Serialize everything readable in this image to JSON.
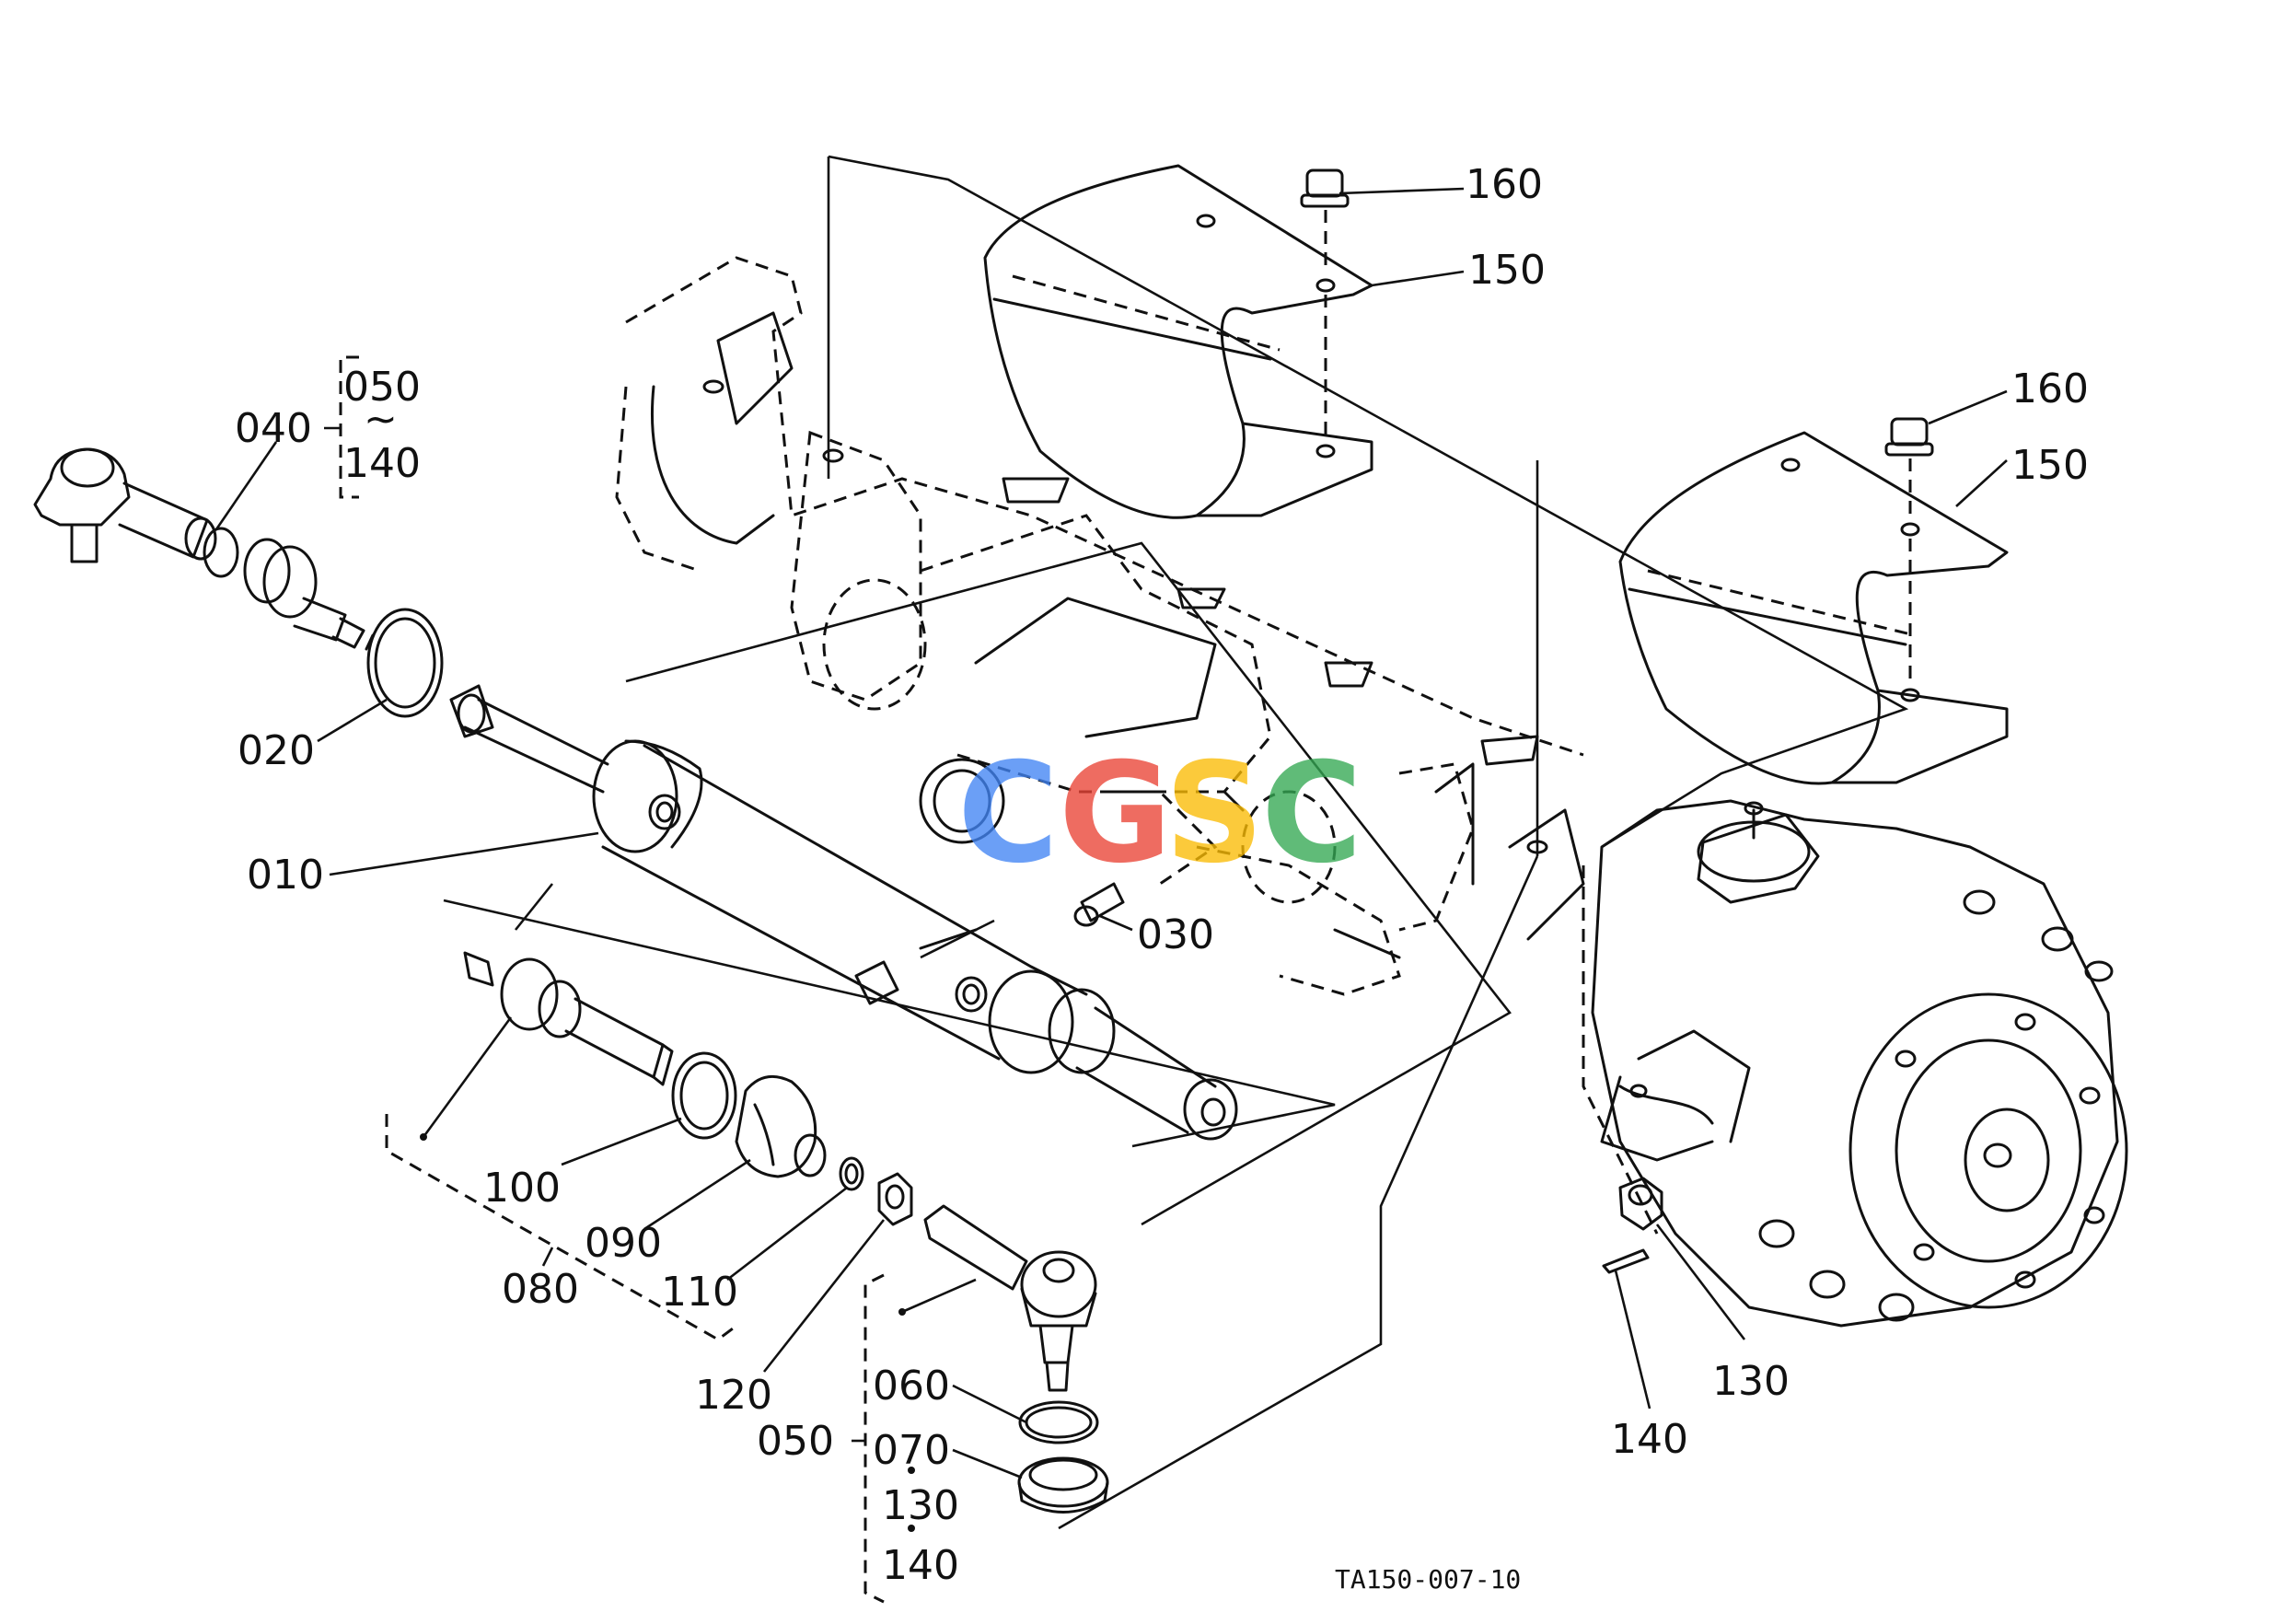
{
  "labels": {
    "l040": "040",
    "l050a": "050",
    "l_tilde": "~",
    "l140a": "140",
    "l020": "020",
    "l010": "010",
    "l030": "030",
    "l160a": "160",
    "l150a": "150",
    "l160b": "160",
    "l150b": "150",
    "l100": "100",
    "l090": "090",
    "l080": "080",
    "l110": "110",
    "l120": "120",
    "l050b": "050",
    "l060": "060",
    "l070": "070",
    "l130a": "130",
    "l140b": "140",
    "l130b": "130",
    "l140c": "140"
  },
  "drawing_number": "TA150-007-10",
  "watermark": {
    "c1": "C",
    "g": "G",
    "s": "S",
    "c2": "C"
  },
  "colors": {
    "ink": "#111111",
    "wm_blue": "#4285F4",
    "wm_red": "#EA4335",
    "wm_yellow": "#FBBC05",
    "wm_green": "#34A853"
  }
}
